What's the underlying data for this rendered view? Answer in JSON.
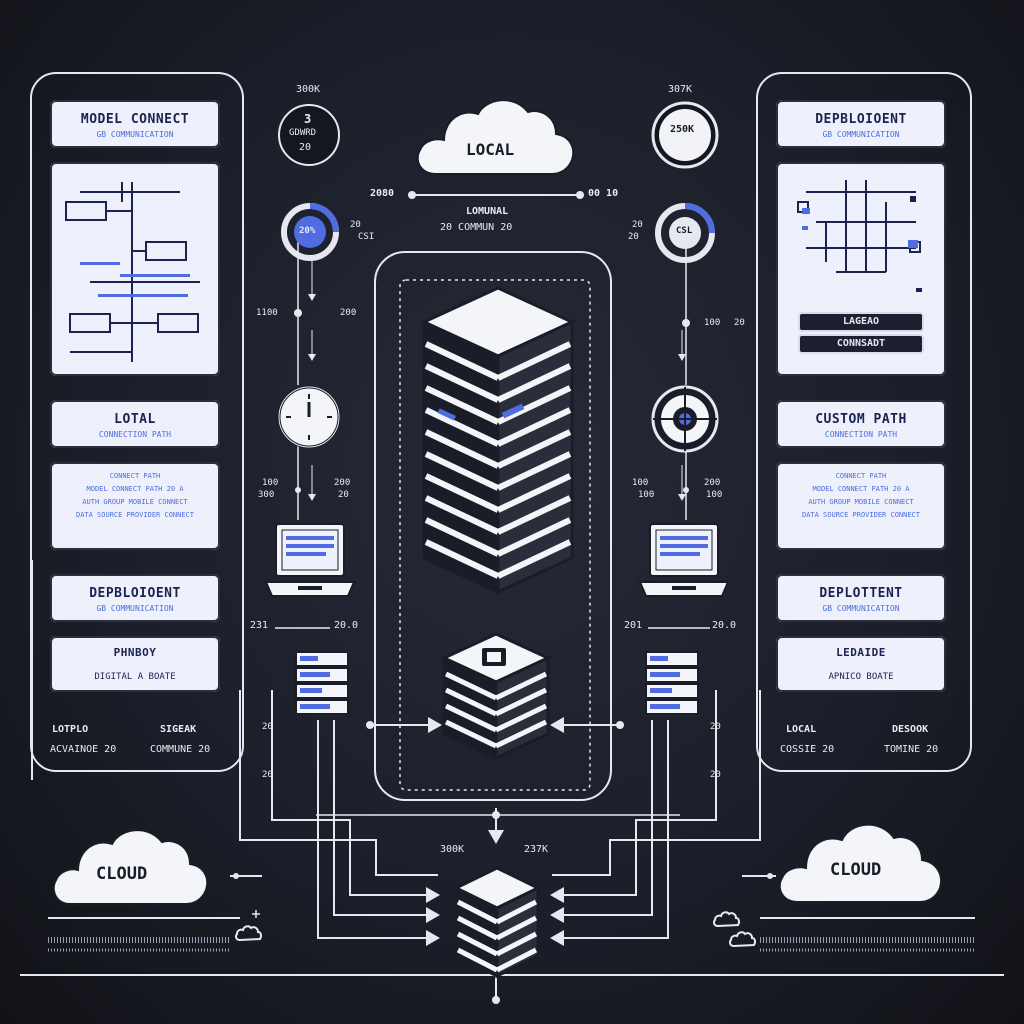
{
  "colors": {
    "background": "#1c1f2a",
    "line": "#e6e8f0",
    "card": "#eef1fb",
    "accent": "#4f6de0",
    "server_dark": "#15171f"
  },
  "left_panel": {
    "card1": {
      "title": "MODEL CONNECT",
      "sub": "GB COMMUNICATION"
    },
    "card2": {
      "title": "LOTAL",
      "sub": "CONNECTION PATH"
    },
    "card3": {
      "lines": [
        "CONNECT PATH",
        "MODEL CONNECT PATH 20 A",
        "AUTH GROUP MOBILE CONNECT",
        "DATA SOURCE PROVIDER CONNECT"
      ]
    },
    "card4": {
      "title": "DEPBLOIOENT",
      "sub": "GB COMMUNICATION"
    },
    "card5": {
      "title": "PHNBOY",
      "sub": "DIGITAL A BOATE"
    },
    "bottom_left_title": "LOTPLO",
    "bottom_left_sub": "ACVAINOE 20",
    "bottom_right_title": "SIGEAK",
    "bottom_right_sub": "COMMUNE 20"
  },
  "right_panel": {
    "card1": {
      "title": "DEPBLOIOENT",
      "sub": "GB COMMUNICATION"
    },
    "diagram_buttons": [
      "LAGEAO",
      "CONNSADT"
    ],
    "card2": {
      "title": "CUSTOM PATH",
      "sub": "CONNECTION PATH"
    },
    "card3": {
      "lines": [
        "CONNECT PATH",
        "MODEL CONNECT PATH 20 A",
        "AUTH GROUP MOBILE CONNECT",
        "DATA SOURCE PROVIDER CONNECT"
      ]
    },
    "card4": {
      "title": "DEPLOTTENT",
      "sub": "GB COMMUNICATION"
    },
    "card5": {
      "title": "LEDAIDE",
      "sub": "APNICO BOATE"
    },
    "bottom_left_title": "LOCAL",
    "bottom_left_sub": "COSSIE 20",
    "bottom_right_title": "DESOOK",
    "bottom_right_sub": "TOMINE 20"
  },
  "center": {
    "cloud_label": "LOCAL",
    "left_badge_label": "300K",
    "left_badge_text": [
      "3",
      "GDWRD",
      "20"
    ],
    "right_badge_label": "307K",
    "right_badge_text": "250K",
    "timeline_left": "2080",
    "timeline_right": "00 10",
    "sub_caption": [
      "LOMUNAL",
      "20 COMMUN 20"
    ],
    "left_ring_text": "20%",
    "right_ring_text": "CSL",
    "left_ring_side": [
      "20",
      "CSI"
    ],
    "right_ring_side": [
      "20",
      "20"
    ],
    "left_flow_labels": [
      "1100",
      "200"
    ],
    "right_flow_labels": [
      "100",
      "20"
    ],
    "left_flow_labels2": [
      "100",
      "300"
    ],
    "right_flow_labels2": [
      "100",
      "100"
    ],
    "left_mid_labels": [
      "200",
      "20"
    ],
    "right_mid_labels": [
      "200",
      "100"
    ],
    "left_range": [
      "231",
      "20.0"
    ],
    "right_range": [
      "201",
      "20.0"
    ],
    "bottom_left_label": "300K",
    "bottom_right_label": "237K",
    "side_tags_left": [
      "20",
      "20"
    ],
    "side_tags_right": [
      "20",
      "20"
    ]
  },
  "clouds": {
    "left": "CLOUD",
    "right": "CLOUD"
  }
}
